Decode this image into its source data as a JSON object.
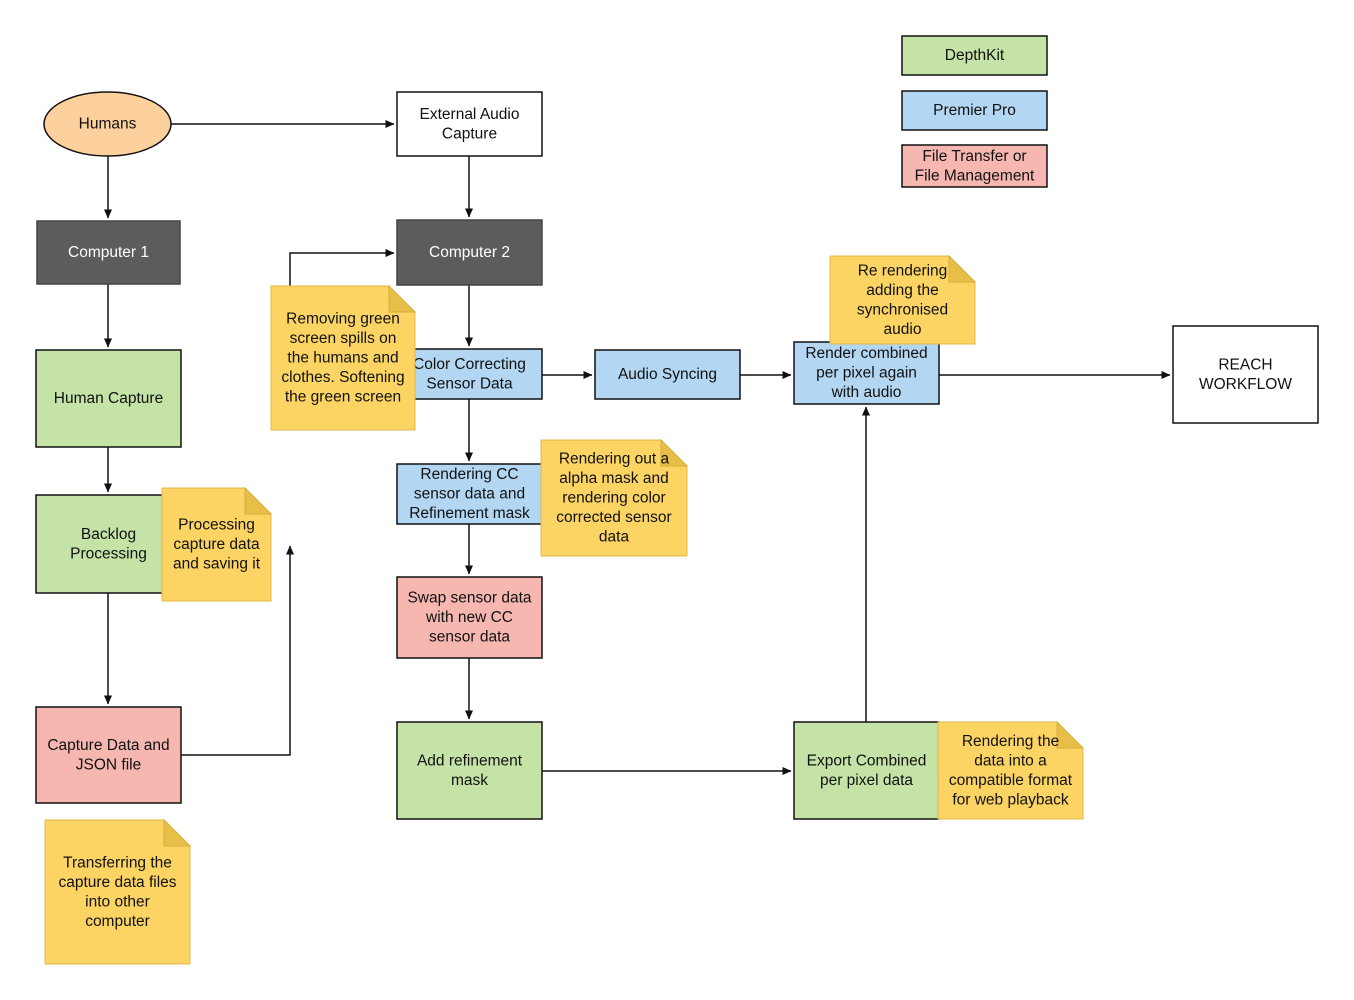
{
  "legend": [
    {
      "key": "depthkit",
      "lines": [
        "DepthKit"
      ],
      "color": "#c5e3a6"
    },
    {
      "key": "premier",
      "lines": [
        "Premier Pro"
      ],
      "color": "#b3d7f2"
    },
    {
      "key": "file",
      "lines": [
        "File Transfer or",
        "File Management"
      ],
      "color": "#f6b7b1"
    }
  ],
  "colors": {
    "green": "#c5e3a6",
    "blue": "#b3d7f2",
    "red": "#f6b7b1",
    "dark": "#5c5c5c",
    "note": "#fcd463",
    "note_fold": "#e7bf48",
    "oval": "#fdd19d",
    "white": "#ffffff"
  },
  "nodes": [
    {
      "id": "humans",
      "lines": [
        "Humans"
      ],
      "fill": "oval",
      "shape": "ellipse"
    },
    {
      "id": "external-audio",
      "lines": [
        "External Audio",
        "Capture"
      ],
      "fill": "white"
    },
    {
      "id": "computer-1",
      "lines": [
        "Computer 1"
      ],
      "fill": "dark"
    },
    {
      "id": "computer-2",
      "lines": [
        "Computer 2"
      ],
      "fill": "dark"
    },
    {
      "id": "human-capture",
      "lines": [
        "Human Capture"
      ],
      "fill": "green"
    },
    {
      "id": "backlog-processing",
      "lines": [
        "Backlog",
        "Processing"
      ],
      "fill": "green"
    },
    {
      "id": "capture-data-json",
      "lines": [
        "Capture Data and",
        "JSON file"
      ],
      "fill": "red"
    },
    {
      "id": "color-correcting",
      "lines": [
        "Color Correcting",
        "Sensor Data"
      ],
      "fill": "blue"
    },
    {
      "id": "audio-syncing",
      "lines": [
        "Audio Syncing"
      ],
      "fill": "blue"
    },
    {
      "id": "render-combined",
      "lines": [
        "Render combined",
        "per pixel  again",
        "with audio"
      ],
      "fill": "blue"
    },
    {
      "id": "reach-workflow",
      "lines": [
        "REACH",
        "WORKFLOW"
      ],
      "fill": "white"
    },
    {
      "id": "rendering-cc",
      "lines": [
        "Rendering CC",
        "sensor data and",
        "Refinement mask"
      ],
      "fill": "blue"
    },
    {
      "id": "swap-sensor",
      "lines": [
        "Swap sensor data",
        "with new CC",
        "sensor data"
      ],
      "fill": "red"
    },
    {
      "id": "add-refinement",
      "lines": [
        "Add refinement",
        "mask"
      ],
      "fill": "green"
    },
    {
      "id": "export-combined",
      "lines": [
        "Export Combined",
        "per pixel data"
      ],
      "fill": "green"
    }
  ],
  "notes": [
    {
      "id": "note-removing-green",
      "lines": [
        "Removing green",
        "screen spills on",
        "the humans and",
        "clothes. Softening",
        "the green screen"
      ]
    },
    {
      "id": "note-processing",
      "lines": [
        "Processing",
        "capture data",
        "and saving it"
      ]
    },
    {
      "id": "note-transferring",
      "lines": [
        "Transferring the",
        "capture data files",
        "into other",
        "computer"
      ]
    },
    {
      "id": "note-re-rendering",
      "lines": [
        "Re rendering",
        "adding the",
        "synchronised",
        "audio"
      ]
    },
    {
      "id": "note-rendering-alpha",
      "lines": [
        "Rendering out a",
        "alpha mask and",
        "rendering color",
        "corrected sensor",
        "data"
      ]
    },
    {
      "id": "note-web-playback",
      "lines": [
        "Rendering the",
        "data into a",
        "compatible format",
        "for web playback"
      ]
    }
  ]
}
